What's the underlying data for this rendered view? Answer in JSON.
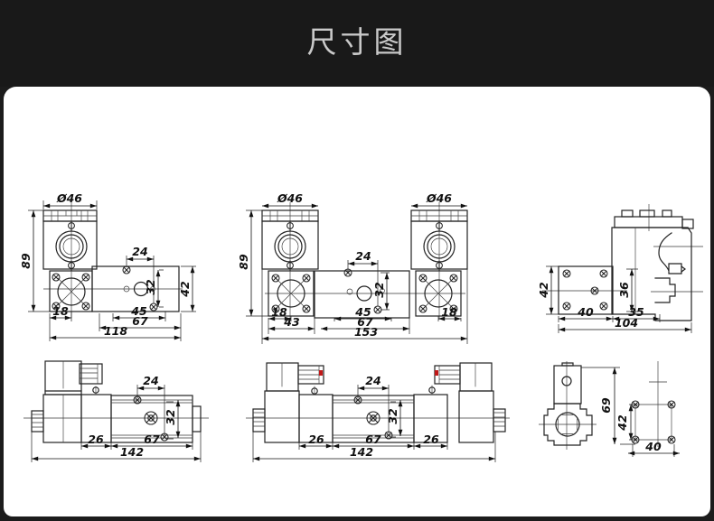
{
  "header": {
    "title": "尺寸图"
  },
  "colors": {
    "page_bg": "#1c1c1c",
    "header_bg": "#191919",
    "title_color": "#c9c9c9",
    "panel_bg": "#ffffff",
    "line": "#222222",
    "dim_text": "#111111",
    "accent_red": "#c11818"
  },
  "drawings": {
    "top_left": {
      "dims": {
        "dia": "Ø46",
        "h89": "89",
        "w24": "24",
        "h32": "32",
        "h42": "42",
        "w18": "18",
        "w45": "45",
        "w67": "67",
        "w118": "118"
      }
    },
    "top_middle": {
      "dims": {
        "dia_left": "Ø46",
        "dia_right": "Ø46",
        "h89": "89",
        "w24": "24",
        "h32": "32",
        "w18_left": "18",
        "w18_right": "18",
        "w43": "43",
        "w45": "45",
        "w67": "67",
        "w153": "153"
      }
    },
    "top_right": {
      "dims": {
        "h42": "42",
        "h36": "36",
        "w40": "40",
        "w35": "35",
        "w104": "104"
      }
    },
    "bottom_left": {
      "dims": {
        "w24": "24",
        "h32": "32",
        "w26": "26",
        "w67": "67",
        "w142": "142"
      }
    },
    "bottom_middle": {
      "dims": {
        "w24": "24",
        "h32": "32",
        "w26_left": "26",
        "w67": "67",
        "w26_right": "26",
        "w142": "142"
      }
    },
    "bottom_right": {
      "dims": {
        "h69": "69",
        "h42": "42",
        "w40": "40"
      }
    }
  }
}
